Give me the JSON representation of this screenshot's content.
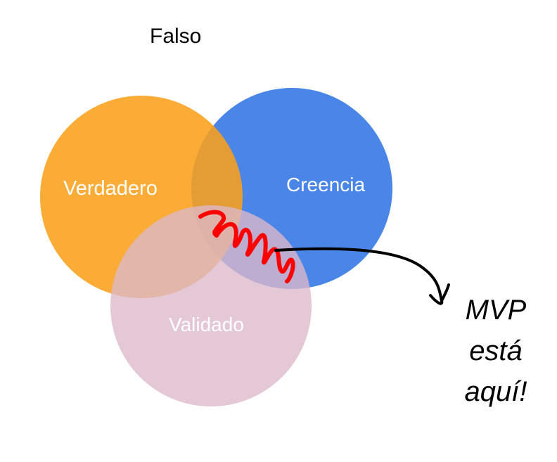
{
  "title": "Falso",
  "circles": {
    "true_label": "Verdadero",
    "belief_label": "Creencia",
    "validated_label": "Validado"
  },
  "annotation": {
    "line1": "MVP",
    "line2": "está",
    "line3": "aquí!"
  },
  "colors": {
    "orange": "#F9A11B",
    "blue": "#4A86E8",
    "pink": "#DDB8CA",
    "scribble": "#FF0000"
  }
}
